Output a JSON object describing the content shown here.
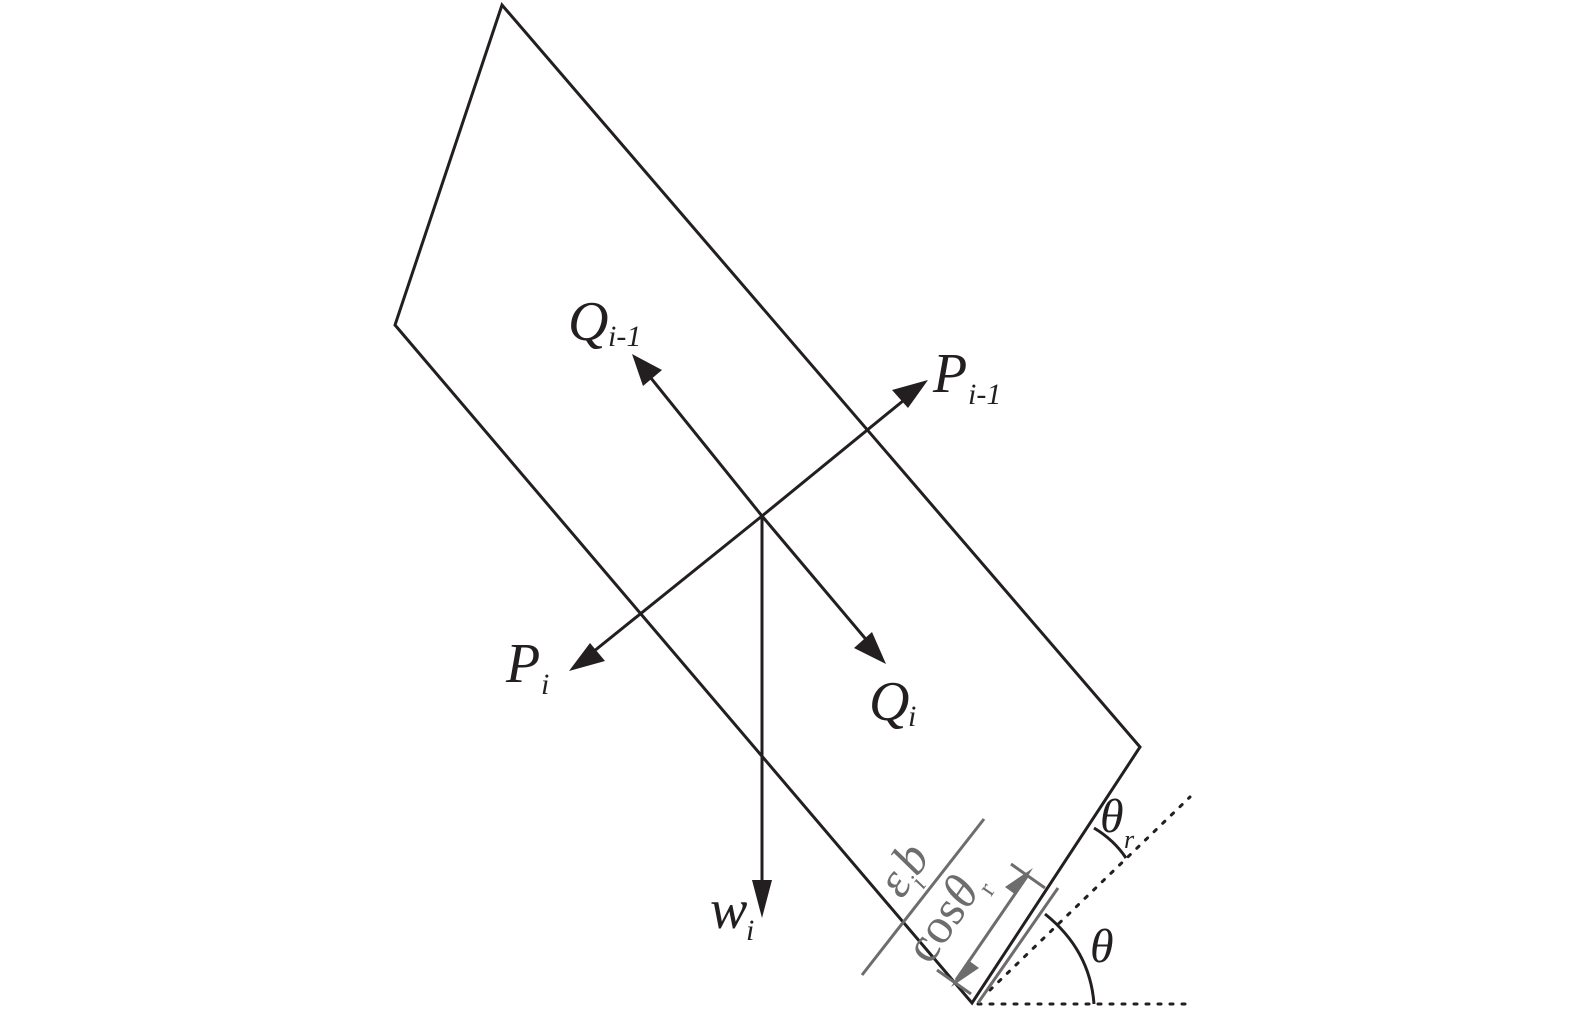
{
  "colors": {
    "ink": "#231f20",
    "dimension_gray": "#6d6d6d",
    "background": "#ffffff"
  },
  "forces": {
    "q_upper": {
      "symbol": "Q",
      "subscript": "i-1"
    },
    "p_upper": {
      "symbol": "P",
      "subscript": "i-1"
    },
    "p_lower": {
      "symbol": "P",
      "subscript": "i"
    },
    "q_lower": {
      "symbol": "Q",
      "subscript": "i"
    },
    "weight": {
      "symbol": "w",
      "subscript": "i"
    }
  },
  "angles": {
    "theta_r": {
      "symbol": "θ",
      "subscript": "r"
    },
    "theta": {
      "symbol": "θ"
    }
  },
  "dimension": {
    "part1": "ε",
    "part1_sub": "i",
    "part2": "b",
    "part3": "cos",
    "part4": "θ",
    "part4_sub": "r"
  }
}
